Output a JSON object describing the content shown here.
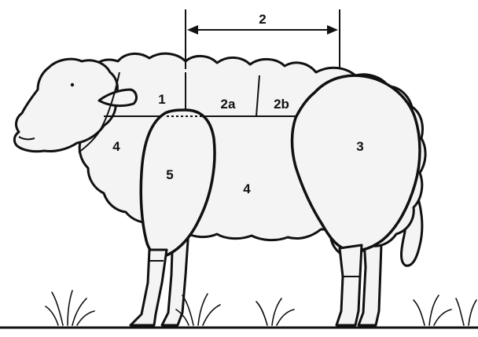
{
  "diagram": {
    "measure_label": "2",
    "regions": {
      "neck_back": "1",
      "front_back": "2a",
      "rear_back": "2b",
      "leg_of_mutton": "3",
      "belly": "4",
      "shoulder_side": "4",
      "shoulder": "5"
    },
    "colors": {
      "ink": "#111111",
      "fleece": "#f4f4f4",
      "background": "#ffffff"
    }
  }
}
